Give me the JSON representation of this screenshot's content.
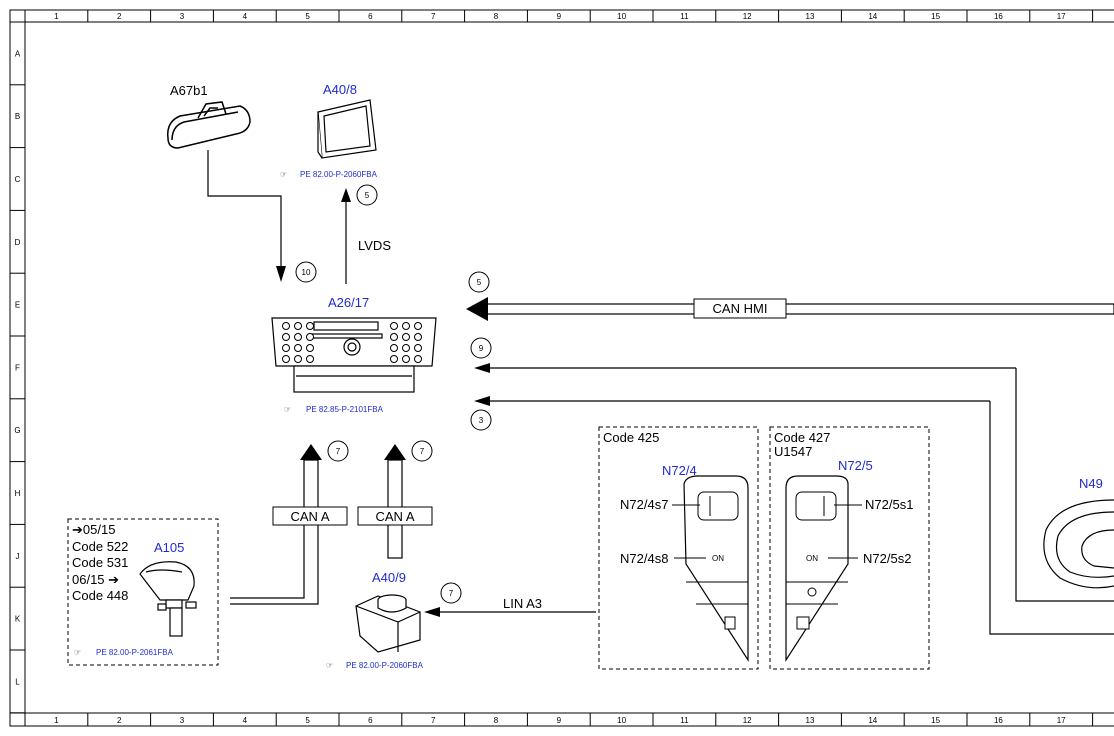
{
  "grid": {
    "columns": [
      "1",
      "2",
      "3",
      "4",
      "5",
      "6",
      "7",
      "8",
      "9",
      "10",
      "11",
      "12",
      "13",
      "14",
      "15",
      "16",
      "17"
    ],
    "rows": [
      "A",
      "B",
      "C",
      "D",
      "E",
      "F",
      "G",
      "H",
      "J",
      "K",
      "L"
    ]
  },
  "components": {
    "mirror": {
      "id": "A67b1"
    },
    "display": {
      "id": "A40/8",
      "ref": "PE 82.00-P-2060FBA"
    },
    "head_unit": {
      "id": "A26/17",
      "ref": "PE 82.85-P-2101FBA"
    },
    "selector": {
      "id": "A105",
      "ref": "PE 82.00-P-2061FBA",
      "notes": [
        "05/15",
        "Code 522",
        "Code 531",
        "06/15",
        "Code 448"
      ]
    },
    "controller": {
      "id": "A40/9",
      "ref": "PE 82.00-P-2060FBA"
    },
    "switch_left": {
      "code": "Code 425",
      "id": "N72/4",
      "s7": "N72/4s7",
      "s8": "N72/4s8",
      "on": "ON"
    },
    "switch_right": {
      "code": "Code 427",
      "code2": "U1547",
      "id": "N72/5",
      "s1": "N72/5s1",
      "s2": "N72/5s2",
      "on": "ON"
    },
    "edge_unit": {
      "id": "N49"
    }
  },
  "connections": {
    "lvds": "LVDS",
    "can_hmi": "CAN HMI",
    "can_a_1": "CAN A",
    "can_a_2": "CAN A",
    "lin_a3": "LIN A3"
  },
  "markers": {
    "m5_display": "5",
    "m10": "10",
    "m5_hmi": "5",
    "m9": "9",
    "m3": "3",
    "m7_a": "7",
    "m7_b": "7",
    "m7_lin": "7"
  },
  "colors": {
    "link_blue": "#1e2bd0",
    "line": "#000000"
  }
}
